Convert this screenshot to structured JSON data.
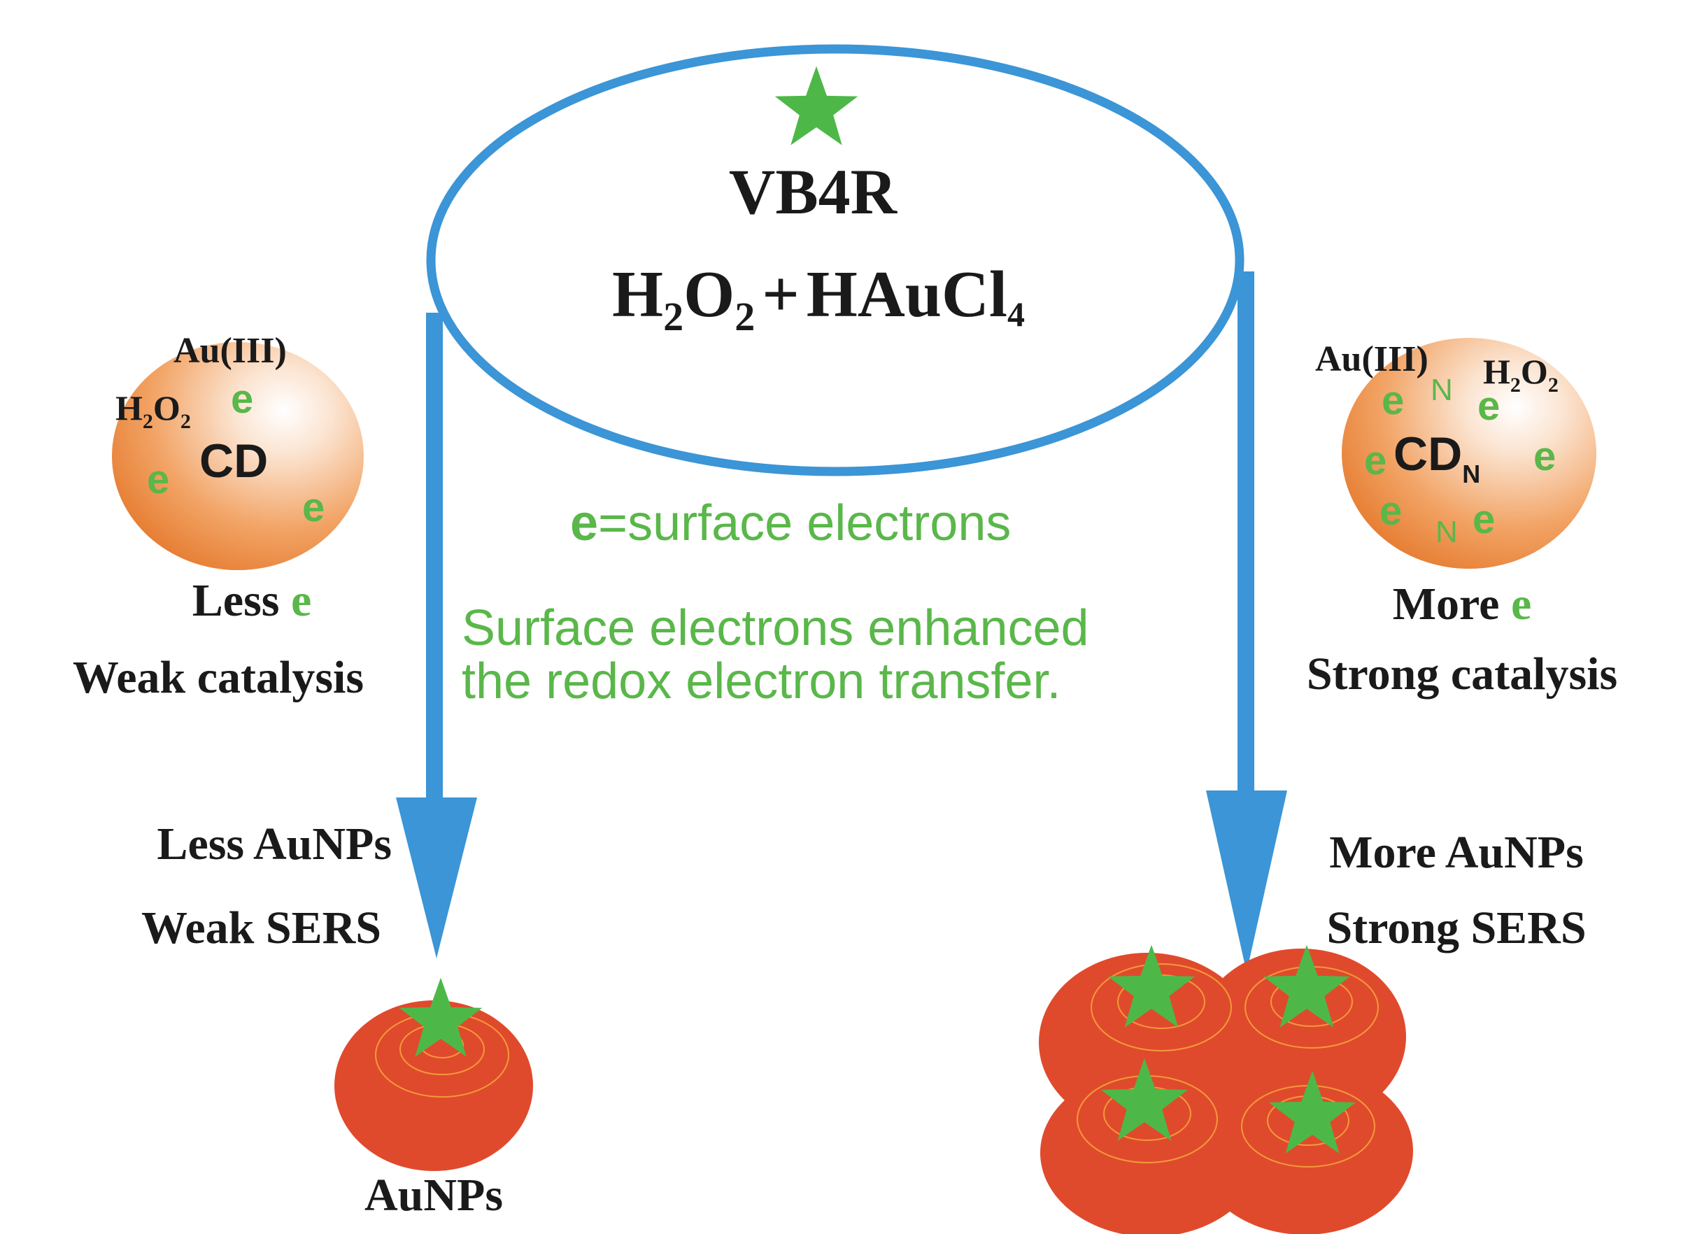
{
  "reagents": {
    "probe": "VB4R",
    "h2o2": {
      "main": "H",
      "sub1": "2",
      "main2": "O",
      "sub2": "2"
    },
    "plus": "+",
    "haucl4": {
      "main": "HAuCl",
      "sub": "4"
    }
  },
  "legend": {
    "e": "e",
    "definition": "=surface electrons"
  },
  "note": {
    "line1": "Surface electrons enhanced",
    "line2": "the redox electron transfer."
  },
  "left_particle": {
    "label": "CD",
    "au": "Au(III)",
    "h2o2": {
      "main": "H",
      "sub1": "2",
      "main2": "O",
      "sub2": "2"
    },
    "electron": "e",
    "caption_line1_prefix": "Less ",
    "caption_line1_e": "e",
    "caption_line2": "Weak catalysis"
  },
  "right_particle": {
    "label": "CD",
    "label_sub": "N",
    "au": "Au(III)",
    "h2o2": {
      "main": "H",
      "sub1": "2",
      "main2": "O",
      "sub2": "2"
    },
    "electron": "e",
    "dopant": "N",
    "caption_line1_prefix": "More ",
    "caption_line1_e": "e",
    "caption_line2": "Strong catalysis"
  },
  "left_result": {
    "line1": "Less AuNPs",
    "line2": "Weak SERS",
    "product": "AuNPs"
  },
  "right_result": {
    "line1": "More AuNPs",
    "line2": "Strong SERS"
  },
  "colors": {
    "arrow_blue": "#3b95d6",
    "star_green": "#4db848",
    "text_green": "#5ab74a",
    "aunp_red": "#e04a2c",
    "cd_orange": "#ec8a3e"
  }
}
